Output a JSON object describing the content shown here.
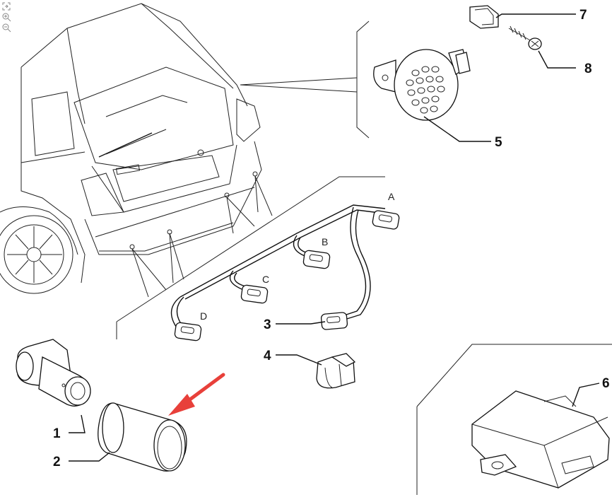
{
  "toolbar": {
    "tools": [
      {
        "icon": "fit-page-icon"
      },
      {
        "icon": "zoom-in-icon"
      },
      {
        "icon": "zoom-out-icon"
      }
    ]
  },
  "diagram": {
    "callouts": [
      "1",
      "2",
      "3",
      "4",
      "5",
      "6",
      "7",
      "8"
    ],
    "connectors": [
      "A",
      "B",
      "C",
      "D"
    ],
    "arrow_color": "#e8403a"
  }
}
